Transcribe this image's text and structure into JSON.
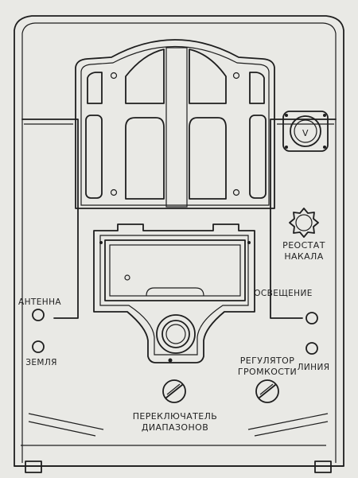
{
  "labels": {
    "antenna": "АНТЕННА",
    "ground": "ЗЕМЛЯ",
    "rheostat_line1": "РЕОСТАТ",
    "rheostat_line2": "НАКАЛА",
    "lighting": "ОСВЕЩЕНИЕ",
    "volume_line1": "РЕГУЛЯТОР",
    "volume_line2": "ГРОМКОСТИ",
    "line": "ЛИНИЯ",
    "bands_line1": "ПЕРЕКЛЮЧАТЕЛЬ",
    "bands_line2": "ДИАПАЗОНОВ",
    "voltmeter": "V"
  },
  "colors": {
    "paper": "#e9e9e5",
    "ink": "#1e1e1e"
  }
}
